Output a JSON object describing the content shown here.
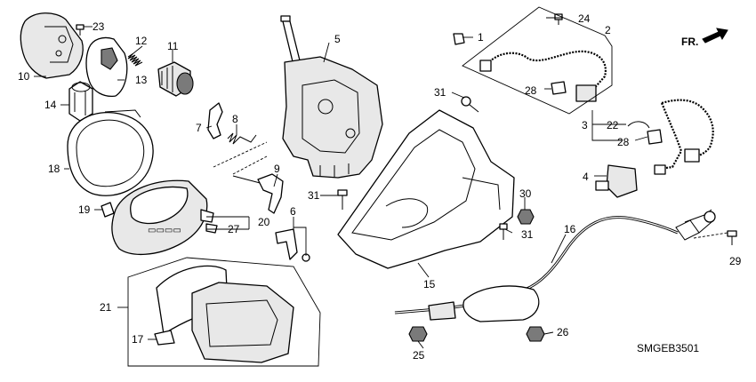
{
  "diagram_code": "SMGEB3501",
  "front_marker": "FR.",
  "callouts": [
    {
      "id": "c1",
      "text": "1"
    },
    {
      "id": "c2",
      "text": "2"
    },
    {
      "id": "c3",
      "text": "3"
    },
    {
      "id": "c4",
      "text": "4"
    },
    {
      "id": "c5",
      "text": "5"
    },
    {
      "id": "c6",
      "text": "6"
    },
    {
      "id": "c7",
      "text": "7"
    },
    {
      "id": "c8",
      "text": "8"
    },
    {
      "id": "c9",
      "text": "9"
    },
    {
      "id": "c10",
      "text": "10"
    },
    {
      "id": "c11",
      "text": "11"
    },
    {
      "id": "c12",
      "text": "12"
    },
    {
      "id": "c13",
      "text": "13"
    },
    {
      "id": "c14",
      "text": "14"
    },
    {
      "id": "c15",
      "text": "15"
    },
    {
      "id": "c16",
      "text": "16"
    },
    {
      "id": "c17",
      "text": "17"
    },
    {
      "id": "c18",
      "text": "18"
    },
    {
      "id": "c19",
      "text": "19"
    },
    {
      "id": "c20",
      "text": "20"
    },
    {
      "id": "c21",
      "text": "21"
    },
    {
      "id": "c22",
      "text": "22"
    },
    {
      "id": "c23",
      "text": "23"
    },
    {
      "id": "c24",
      "text": "24"
    },
    {
      "id": "c25",
      "text": "25"
    },
    {
      "id": "c26",
      "text": "26"
    },
    {
      "id": "c27",
      "text": "27"
    },
    {
      "id": "c28a",
      "text": "28"
    },
    {
      "id": "c28b",
      "text": "28"
    },
    {
      "id": "c29",
      "text": "29"
    },
    {
      "id": "c30",
      "text": "30"
    },
    {
      "id": "c31a",
      "text": "31"
    },
    {
      "id": "c31b",
      "text": "31"
    },
    {
      "id": "c31c",
      "text": "31"
    }
  ]
}
